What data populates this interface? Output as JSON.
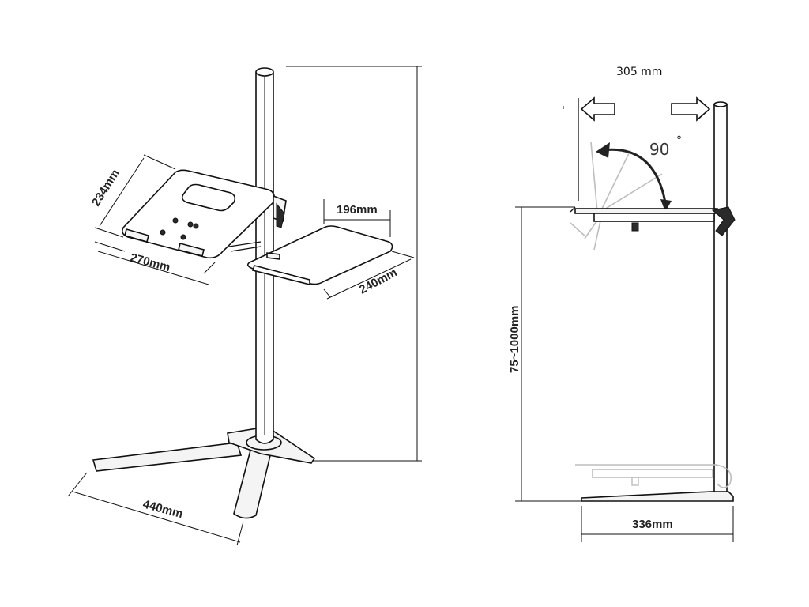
{
  "left_view": {
    "dims": {
      "tray_depth": "234mm",
      "tray_width": "270mm",
      "shelf_width": "196mm",
      "shelf_depth": "240mm",
      "base_width": "440mm"
    }
  },
  "right_view": {
    "dims": {
      "arm_reach": "305 mm",
      "height_range": "75~1000mm",
      "base_length": "336mm"
    },
    "tilt_angle": "90",
    "degree_symbol": "°"
  }
}
